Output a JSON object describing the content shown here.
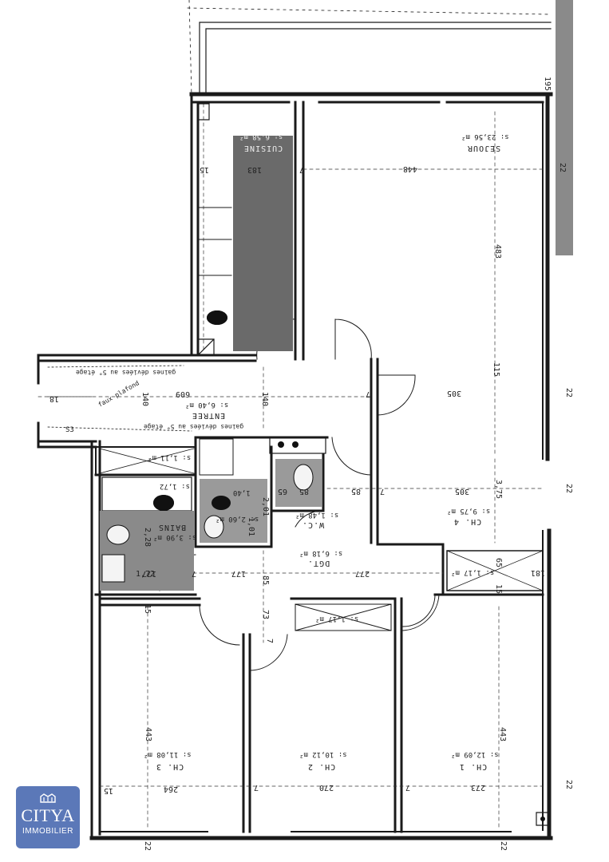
{
  "rooms": {
    "sejour_name": "SEJOUR",
    "sejour_area": "s: 23,56 m²",
    "cuisine_name": "CUISINE",
    "cuisine_area": "s: 6,58 m²",
    "entree_name": "ENTREE",
    "entree_area": "s: 6,40 m²",
    "ch4_name": "CH. 4",
    "ch4_area": "s: 9,75 m²",
    "wc_name": "W.C.",
    "wc_area": "s: 1,48 m²",
    "bains_name": "BAINS",
    "bains_area": "s: 3,90 m²",
    "dgt_name": "DGT.",
    "dgt_area": "s: 6,18 m²",
    "ch3_name": "CH. 3",
    "ch3_area": "s: 11,08 m²",
    "ch2_name": "CH. 2",
    "ch2_area": "s: 10,12 m²",
    "ch1_name": "CH. 1",
    "ch1_area": "s: 12,09 m²",
    "placard_a": "s: 1,11 m²",
    "placard_b": "s: 1,17 m²",
    "placard_c": "s: 1,17 m²",
    "placard_d": "s: 1,72",
    "sdb2_area": "s: 2,60 m²",
    "sdb2_dim": "1,40"
  },
  "notes": {
    "gaines_top": "gaines déviées au 5° étage",
    "gaines_bottom": "gaines déviées au 5° étage",
    "faux_plafond": "faux plafond",
    "s3": "S3"
  },
  "dims": {
    "d195": "195",
    "d448": "448",
    "d483": "483",
    "d15a": "15",
    "d183": "183",
    "d7a": "7",
    "d22a": "22",
    "d115": "115",
    "d305a": "305",
    "d22b": "22",
    "d140a": "140",
    "d609": "609",
    "d18": "18",
    "d140b": "140",
    "d7b": "7",
    "d375": "3,75",
    "d305b": "305",
    "d22c": "22",
    "d85a": "85",
    "d7c": "7",
    "d85b": "85",
    "d65": "65",
    "d201": "2,01",
    "d172": "1,72",
    "d228": "2,28",
    "d101": "1,01",
    "d177a": "177",
    "d177b": "177",
    "d85c": "85",
    "d277": "277",
    "d73": "73",
    "d181": "181",
    "d65b": "65",
    "d15b": "15",
    "d15c": "15",
    "d443a": "443",
    "d443b": "443",
    "d264": "264",
    "d270": "270",
    "d273": "273",
    "d7d": "7",
    "d7e": "7",
    "d15d": "15",
    "d22d": "22",
    "d22e": "22",
    "d22f": "22",
    "d7f": "7",
    "d7g": "7"
  },
  "logo": {
    "brand": "CITYA",
    "sub": "IMMOBILIER",
    "color": "#5b78b8"
  }
}
